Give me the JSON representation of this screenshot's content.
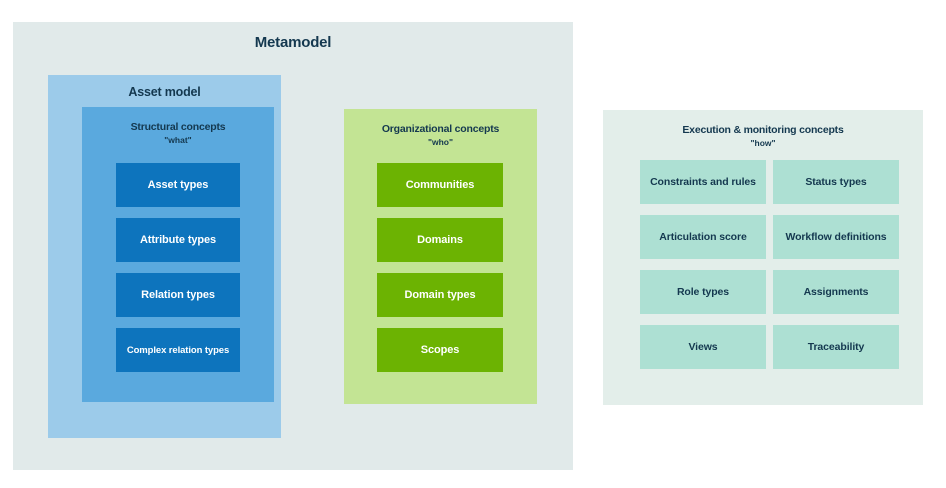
{
  "diagram": {
    "title": "Metamodel",
    "colors": {
      "outer_panel": "#e1eaea",
      "asset_model_panel": "#9ccbea",
      "structural_panel": "#5aa9de",
      "organizational_panel": "#c3e494",
      "execution_panel": "#e3eeea",
      "chip_blue": "#0d74bd",
      "chip_green": "#6cb302",
      "chip_teal": "#ade0d3",
      "heading_text": "#14384f"
    },
    "asset_model": {
      "title": "Asset model",
      "structural": {
        "title": "Structural concepts",
        "subtitle": "\"what\"",
        "items": [
          {
            "label": "Asset types"
          },
          {
            "label": "Attribute types"
          },
          {
            "label": "Relation types"
          },
          {
            "label": "Complex relation types"
          }
        ]
      }
    },
    "organizational": {
      "title": "Organizational concepts",
      "subtitle": "\"who\"",
      "items": [
        {
          "label": "Communities"
        },
        {
          "label": "Domains"
        },
        {
          "label": "Domain types"
        },
        {
          "label": "Scopes"
        }
      ]
    },
    "execution": {
      "title": "Execution & monitoring concepts",
      "subtitle": "\"how\"",
      "items_left": [
        {
          "label": "Constraints and rules"
        },
        {
          "label": "Articulation score"
        },
        {
          "label": "Role types"
        },
        {
          "label": "Views"
        }
      ],
      "items_right": [
        {
          "label": "Status types"
        },
        {
          "label": "Workflow definitions"
        },
        {
          "label": "Assignments"
        },
        {
          "label": "Traceability"
        }
      ]
    }
  }
}
